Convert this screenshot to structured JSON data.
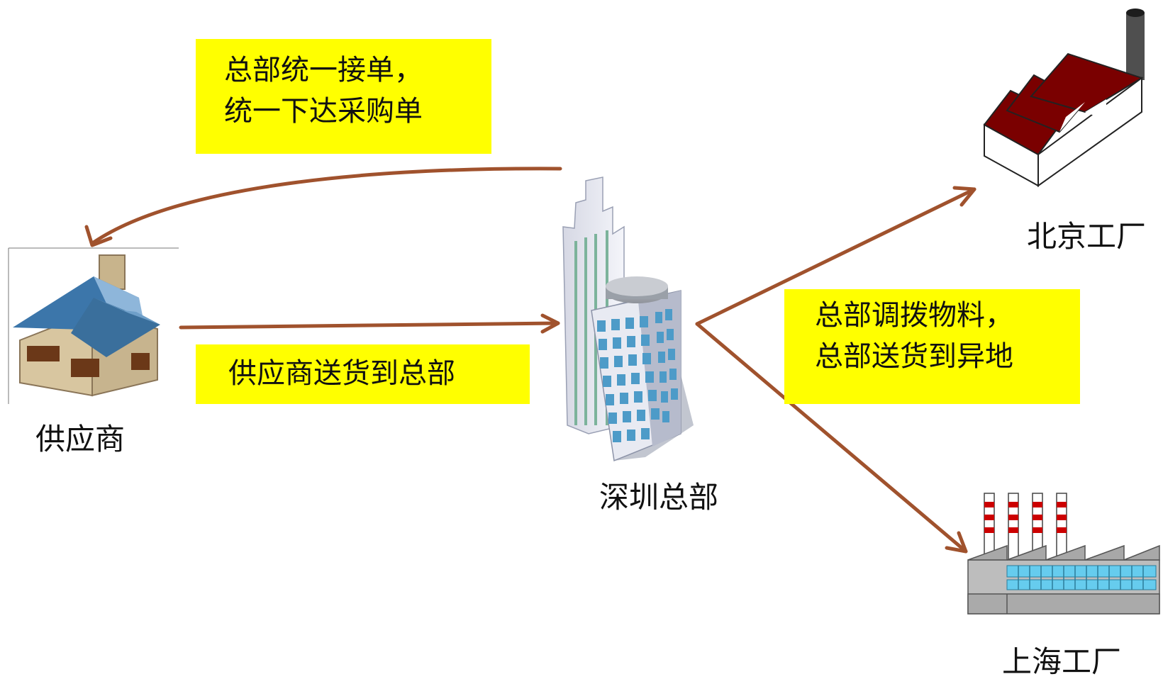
{
  "nodes": {
    "supplier": "供应商",
    "headquarters": "深圳总部",
    "beijing_factory": "北京工厂",
    "shanghai_factory": "上海工厂"
  },
  "notes": {
    "hq_order": [
      "总部统一接单，",
      "统一下达采购单"
    ],
    "supplier_ship": "供应商送货到总部",
    "hq_transfer": [
      "总部调拨物料，",
      "总部送货到异地"
    ]
  },
  "colors": {
    "arrow": "#a0522d",
    "note_fill": "#ffff00"
  },
  "icons": {
    "supplier": "warehouse-house-icon",
    "headquarters": "office-tower-icon",
    "beijing_factory": "factory-sawtooth-roof-icon",
    "shanghai_factory": "factory-chimneys-icon"
  }
}
